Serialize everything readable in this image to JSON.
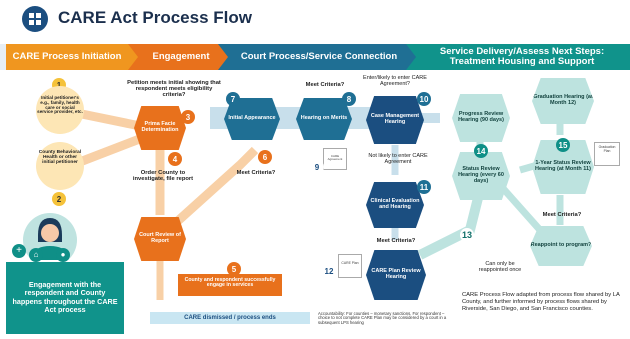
{
  "title": "CARE Act Process Flow",
  "phases": [
    {
      "label": "CARE Process Initiation"
    },
    {
      "label": "Engagement"
    },
    {
      "label": "Court Process/Service Connection"
    },
    {
      "label": "Service Delivery/Assess Next Steps: Treatment Housing and Support"
    }
  ],
  "steps": {
    "s1": {
      "num": "1",
      "text": "Initial petitioner's e.g., family, health care or social service provider, etc."
    },
    "s2": {
      "num": "2",
      "text": "County Behavioral Health or other initial petitioner"
    },
    "s3": {
      "num": "3",
      "text": "Prima Facie Determination"
    },
    "s4": {
      "num": "4",
      "text": "Court Review of Report"
    },
    "s5": {
      "num": "5",
      "text": "County and respondent successfully engage in services"
    },
    "s6": {
      "num": "6"
    },
    "s7": {
      "num": "7",
      "text": "Initial Appearance"
    },
    "s8": {
      "num": "8",
      "text": "Hearing on Merits"
    },
    "s9": {
      "num": "9",
      "doc": "CARE Agreement"
    },
    "s10": {
      "num": "10",
      "text": "Case Management Hearing"
    },
    "s11": {
      "num": "11",
      "text": "Clinical Evaluation and Hearing"
    },
    "s12": {
      "num": "12",
      "doc": "CARE Plan"
    },
    "s13": {
      "num": "13"
    },
    "s14": {
      "num": "14",
      "text": "Status Review Hearing (every 60 days)"
    },
    "s15": {
      "num": "15",
      "text": "1-Year Status Review Hearing (at Month 11)"
    },
    "care_plan_review": {
      "text": "CARE Plan Review Hearing"
    },
    "progress_review": {
      "text": "Progress Review Hearing (90 days)"
    },
    "graduation": {
      "text": "Graduation Hearing (at Month 12)",
      "doc": "Graduation Plan"
    },
    "reappoint": {
      "text": "Reappoint to program?"
    }
  },
  "labels": {
    "petition_meets": "Petition meets initial showing that respondent meets eligibility criteria?",
    "order_county": "Order County to investigate, file report",
    "meet_criteria_6": "Meet Criteria?",
    "meet_criteria_8": "Meet Criteria?",
    "enter_agreement": "Enter/likely to enter CARE Agreement?",
    "not_likely": "Not likely to enter CARE Agreement",
    "meet_criteria_11": "Meet Criteria?",
    "meet_criteria_15": "Meet Criteria?",
    "only_reappointed": "Can only be reappointed once",
    "dismissed": "CARE dismissed / process ends",
    "accountability": "Accountability: For counties – monetary sanctions. For respondent – choice to not complete CARE Plan may be considered by a court in a subsequent LPS hearing"
  },
  "engagement_note": "Engagement with the respondent and County happens throughout the CARE Act process",
  "footnote": "CARE Process Flow adapted from process flow shared by LA County, and further informed by process flows shared by Riverside, San Diego, and San Francisco counties.",
  "colors": {
    "orange": "#f0961f",
    "dark_orange": "#e8711c",
    "blue": "#1f6f94",
    "teal": "#10938b",
    "navy": "#1b4e80",
    "light_blue": "#d6e8f2"
  }
}
